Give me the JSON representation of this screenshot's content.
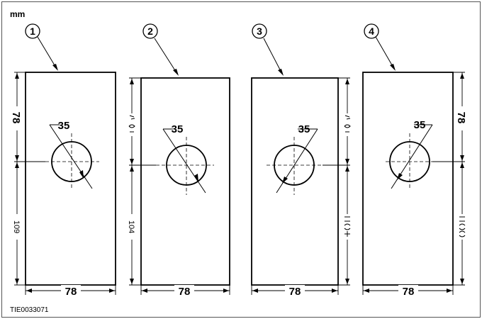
{
  "unit_label": "mm",
  "figure_ref": "TIE0033071",
  "panels": [
    {
      "callout": "1",
      "width_label": "78",
      "top_label": "78",
      "bottom_label": "109",
      "hole_label": "35"
    },
    {
      "callout": "2",
      "width_label": "78",
      "top_label": "",
      "bottom_label": "104",
      "hole_label": "35"
    },
    {
      "callout": "3",
      "width_label": "78",
      "top_label": "",
      "bottom_label": "",
      "hole_label": "35"
    },
    {
      "callout": "4",
      "width_label": "78",
      "top_label": "78",
      "bottom_label": "",
      "hole_label": "35"
    }
  ]
}
